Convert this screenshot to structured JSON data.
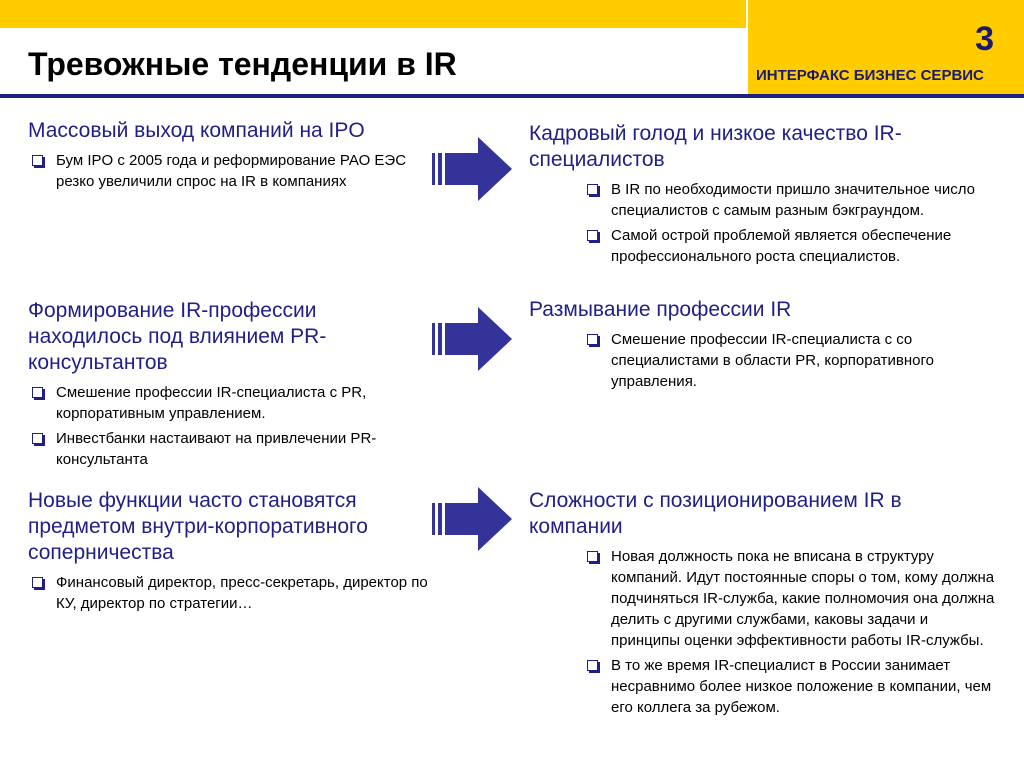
{
  "header": {
    "title": "Тревожные тенденции в IR",
    "slide_number": "3",
    "brand": "ИНТЕРФАКС БИЗНЕС СЕРВИС"
  },
  "left": [
    {
      "heading": "Массовый выход компаний на IPO",
      "bullets": [
        "Бум IPO с 2005 года и реформирование РАО ЕЭС резко увеличили спрос на IR в компаниях"
      ]
    },
    {
      "heading": "Формирование IR-профессии находилось под влиянием PR-консультантов",
      "bullets": [
        "Смешение профессии IR-специалиста с PR, корпоративным управлением.",
        "Инвестбанки настаивают на привлечении PR-консультанта"
      ]
    },
    {
      "heading": "Новые функции часто становятся предметом внутри-корпоративного соперничества",
      "bullets": [
        "Финансовый директор, пресс-секретарь, директор по КУ, директор по стратегии…"
      ]
    }
  ],
  "right": [
    {
      "heading": "Кадровый голод и низкое качество IR-специалистов",
      "bullets": [
        "В IR по необходимости пришло значительное число специалистов с самым разным бэкграундом.",
        "Самой острой проблемой является обеспечение профессионального роста специалистов."
      ]
    },
    {
      "heading": "Размывание профессии IR",
      "bullets": [
        "Смешение профессии IR-специалиста с со специалистами в области PR, корпоративного управления."
      ]
    },
    {
      "heading": "Сложности с позиционированием IR в компании",
      "bullets": [
        "Новая должность пока не вписана в структуру компаний. Идут постоянные споры о том, кому должна подчиняться IR-служба, какие полномочия она должна делить с другими службами, каковы задачи и принципы оценки эффективности работы IR-службы.",
        "В то же время IR-специалист в России занимает несравнимо более низкое положение в компании, чем его коллега за рубежом."
      ]
    }
  ],
  "colors": {
    "accent_yellow": "#ffcc00",
    "navy": "#1f1f87",
    "arrow": "#33339a"
  },
  "icons": {
    "bullet": "hollow-square-bullet-icon",
    "arrow": "striped-right-arrow-icon"
  }
}
